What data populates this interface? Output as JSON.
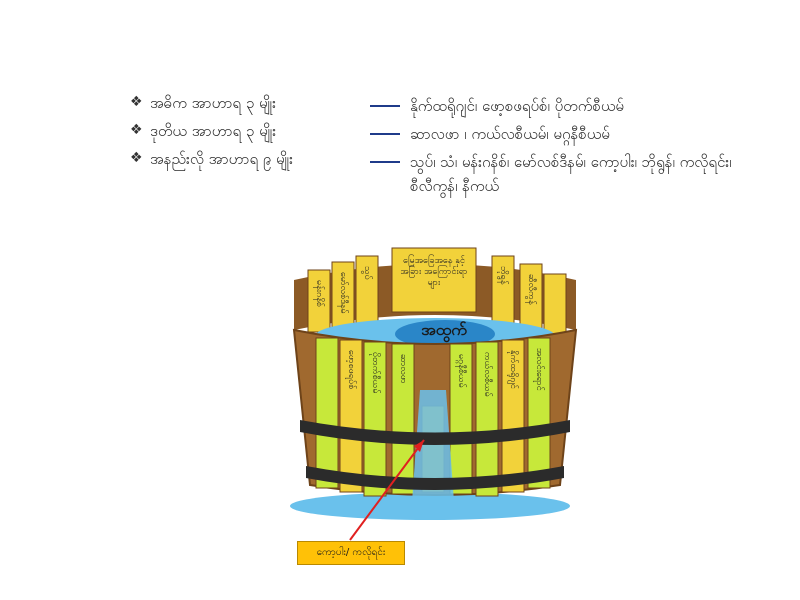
{
  "legend": {
    "bullet_symbol": "❖",
    "rows": [
      {
        "category": "အဓိက အာဟာရ ၃ မျိုး",
        "items": "နိုက်ထရိုဂျင်၊ ဖော့စဖရပ်စ်၊ ပိုတက်စီယမ်"
      },
      {
        "category": "ဒုတိယ အာဟာရ ၃ မျိုး",
        "items": "ဆာလဖာ ၊ ကယ်လစီယမ်၊ မဂ္ဂနီစီယမ်"
      },
      {
        "category": "အနည်းလို အာဟာရ ၉ မျိုး",
        "items": "သွပ်၊ သံ၊ မန်းဂနိစ်၊ မော်လစ်ဒီနမ်၊ ကော့ပါး၊ ဘိုရွန်၊ ကလိုရင်း၊ စီလီကွန်၊ နီကယ်"
      }
    ]
  },
  "diagram": {
    "top_stave_label": "မြေအခြေအနေ နှင့် အခြား အကြောင်းရာများ",
    "center_label": "အထွက်",
    "callout_label": "ကော့ပါး/ ကလိုရင်း",
    "back_left_staves": [
      "မန်းဂနိစ်",
      "မော်လစ်ဒီနမ်",
      "သွပ်"
    ],
    "back_right_staves": [
      "ဘိုရွန်",
      "ဆီလီကွန်"
    ],
    "front_left_staves": [
      "ဖော့စဖရပ်စ်",
      "ပိုတက်စီယမ်"
    ],
    "front_center_stave": "ဆာလဖာ",
    "front_right_staves": [
      "မဂ္ဂနီစီယမ်",
      "ကယ်လစီယမ်",
      "နိုက်ထရိုဂျင်",
      "အလင်းရောင်"
    ],
    "colors": {
      "wood": "#a0692f",
      "wood_dark": "#6e4319",
      "stave_yellow": "#f2d23a",
      "stave_green": "#c7e83a",
      "water": "#6ac1ec",
      "water_dark": "#2a86c8",
      "hoop": "#2b2b2b",
      "short_stave": "#ffc21a",
      "arrow": "#e02020"
    }
  }
}
